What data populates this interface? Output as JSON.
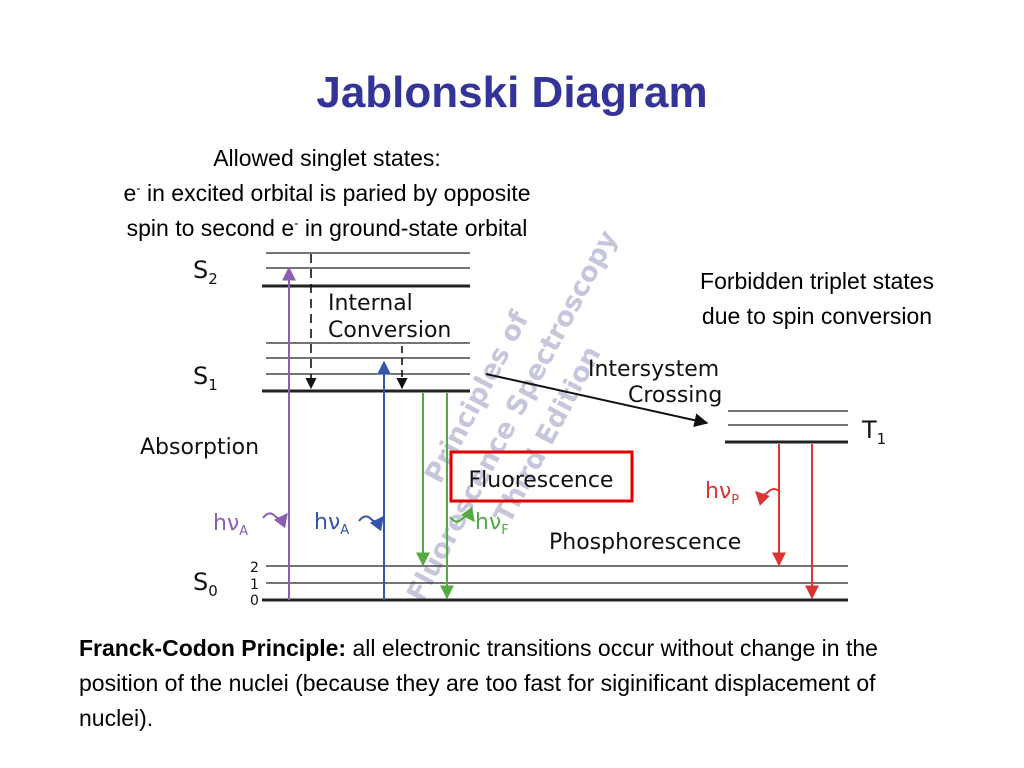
{
  "title": "Jablonski Diagram",
  "singlet_note": {
    "line1": "Allowed singlet states:",
    "line2_e": "e",
    "line2_sup": "-",
    "line2_rest": " in excited orbital is paried by opposite",
    "line3_pre": "spin to second e",
    "line3_sup": "-",
    "line3_rest": " in ground-state orbital"
  },
  "triplet_note": {
    "line1": "Forbidden triplet states",
    "line2": "due to spin conversion"
  },
  "diagram": {
    "states": {
      "s2": "S",
      "s2_sub": "2",
      "s1": "S",
      "s1_sub": "1",
      "s0": "S",
      "s0_sub": "0",
      "t1": "T",
      "t1_sub": "1"
    },
    "vib_levels": [
      "2",
      "1",
      "0"
    ],
    "labels": {
      "internal_conversion_1": "Internal",
      "internal_conversion_2": "Conversion",
      "intersystem_1": "Intersystem",
      "intersystem_2": "Crossing",
      "absorption": "Absorption",
      "fluorescence": "Fluorescence",
      "phosphorescence": "Phosphorescence",
      "hv": "hν",
      "sub_a": "A",
      "sub_f": "F",
      "sub_p": "P"
    },
    "watermark": [
      "Principles of",
      "Fluorescence Spectroscopy",
      "Third Edition"
    ],
    "colors": {
      "absorption_purple": "#8a5fb0",
      "absorption_blue": "#3355aa",
      "fluorescence_green": "#55aa44",
      "phosphorescence_red": "#dd3333",
      "box_red": "#e00000",
      "title_blue": "#333399"
    }
  },
  "franck": {
    "label": "Franck-Codon Principle:",
    "text": " all electronic transitions occur without change in the position of the nuclei (because they are too fast for siginificant displacement of nuclei)."
  }
}
